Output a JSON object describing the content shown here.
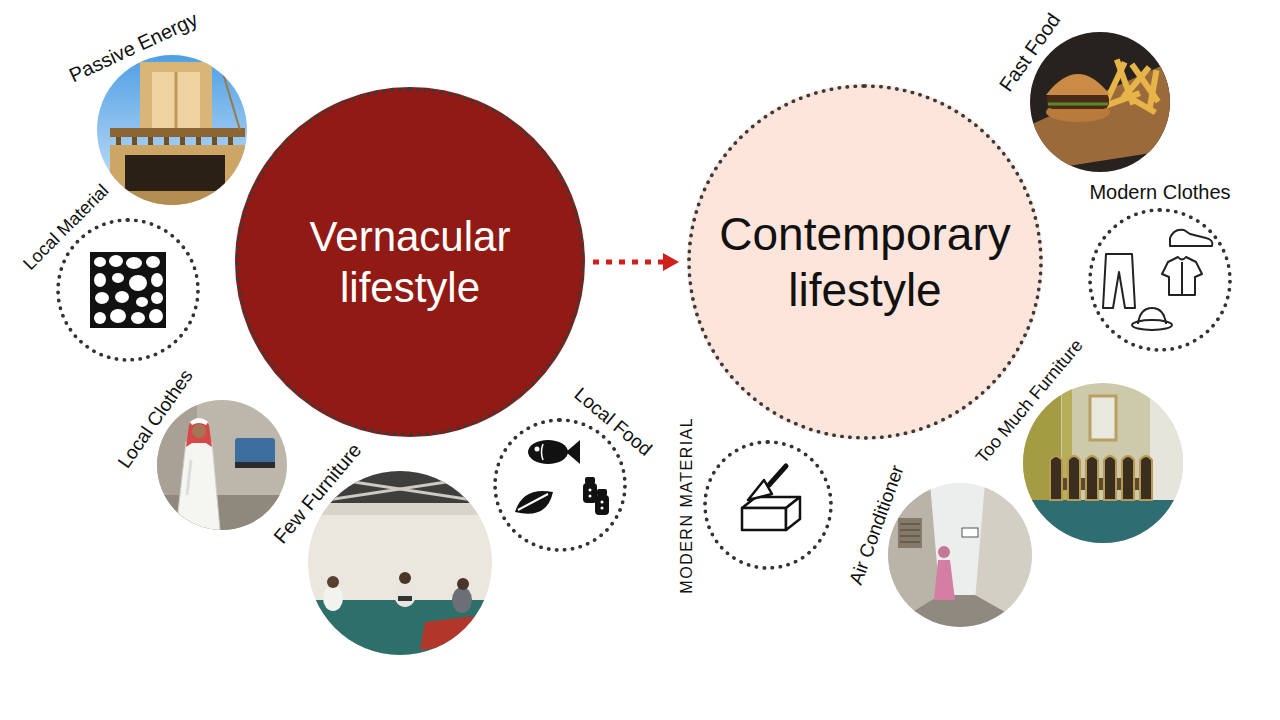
{
  "diagram": {
    "nodes": [
      {
        "text": [
          "Vernacular lifestyle"
        ]
      },
      {
        "text": [
          "Passive Energy"
        ]
      },
      {
        "text": [
          "Local Material"
        ]
      },
      {
        "text": [
          "Local Clothes"
        ]
      },
      {
        "text": [
          "Few Furniture"
        ]
      },
      {
        "text": [
          "Local Food"
        ]
      },
      {
        "text": [
          "Contemporary lifestyle"
        ]
      },
      {
        "text": [
          "Fast Food"
        ]
      },
      {
        "text": [
          "Modern Clothes"
        ]
      },
      {
        "text": [
          "Too Much Furniture"
        ]
      },
      {
        "text": [
          "Air Conditioner"
        ]
      },
      {
        "text": [
          "MODERN MATERIAL"
        ]
      }
    ],
    "edges": [
      {
        "from": 0,
        "to": 6,
        "arrow": "to"
      }
    ]
  }
}
